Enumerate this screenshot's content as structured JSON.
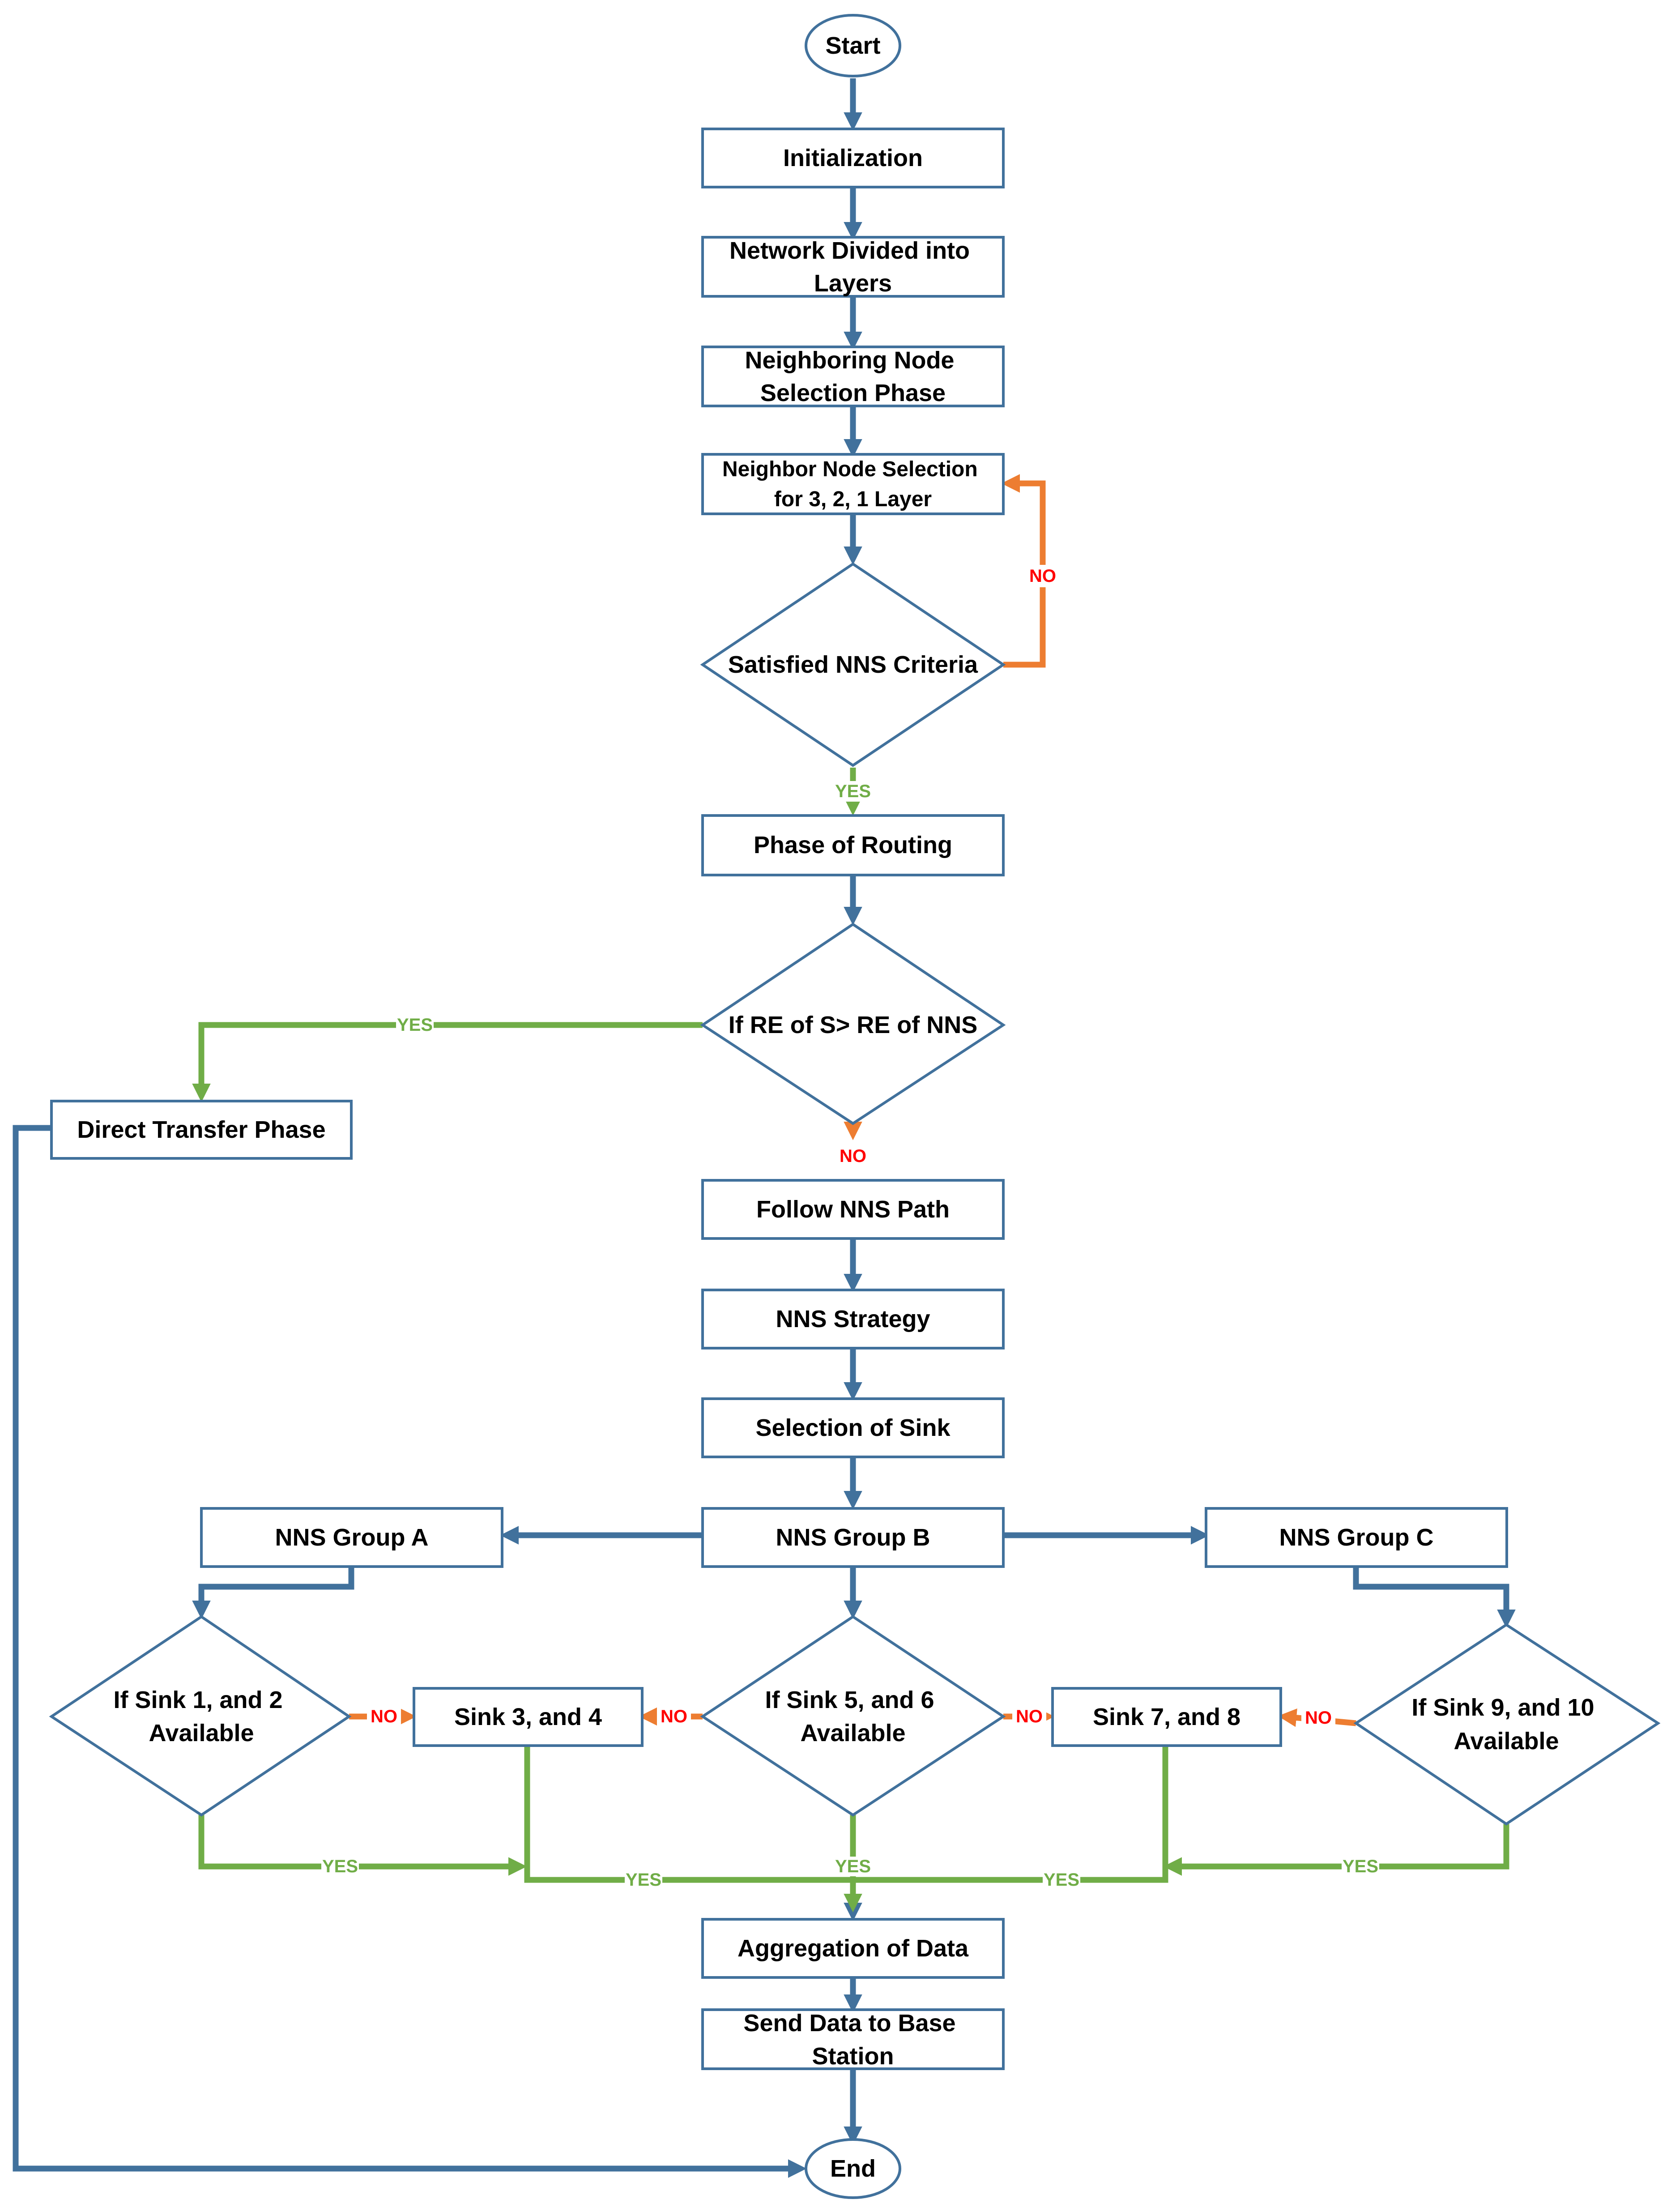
{
  "colors": {
    "flow": "#41719C",
    "yes": "#70AD47",
    "no": "#ED7D31",
    "no_text": "#FF0000",
    "box_border": "#41719C"
  },
  "nodes": {
    "start": "Start",
    "init": "Initialization",
    "layers": [
      "Network Divided into",
      "Layers"
    ],
    "nns_phase": [
      "Neighboring Node",
      "Selection Phase"
    ],
    "nn_select": [
      "Neighbor Node Selection",
      "for 3, 2, 1 Layer"
    ],
    "criteria": "Satisfied NNS Criteria",
    "routing": "Phase of Routing",
    "re_check": "If RE of S> RE of NNS",
    "direct": "Direct Transfer Phase",
    "follow": "Follow NNS Path",
    "strategy": "NNS Strategy",
    "sink_select": "Selection of Sink",
    "group_a": "NNS Group A",
    "group_b": "NNS Group B",
    "group_c": "NNS Group C",
    "sink12": [
      "If Sink 1, and 2",
      "Available"
    ],
    "sink34": "Sink 3, and 4",
    "sink56": [
      "If Sink 5, and 6",
      "Available"
    ],
    "sink78": "Sink 7, and 8",
    "sink910": [
      "If Sink 9, and 10",
      "Available"
    ],
    "aggregation": "Aggregation of Data",
    "send": [
      "Send Data to Base",
      "Station"
    ],
    "end": "End"
  },
  "edge_labels": {
    "yes": "YES",
    "no": "NO"
  }
}
